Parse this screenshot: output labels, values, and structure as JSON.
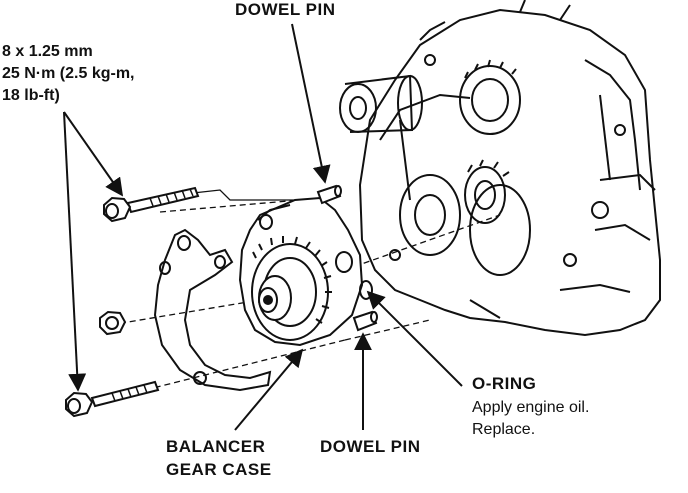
{
  "labels": {
    "dowel_pin_top": "DOWEL PIN",
    "bolt_spec": {
      "line1": "8 x 1.25 mm",
      "line2": "25 N·m (2.5 kg-m,",
      "line3": "18 lb-ft)"
    },
    "o_ring": {
      "title": "O-RING",
      "note1": "Apply engine oil.",
      "note2": "Replace."
    },
    "balancer_gear_case": {
      "line1": "BALANCER",
      "line2": "GEAR CASE"
    },
    "dowel_pin_bottom": "DOWEL PIN"
  },
  "colors": {
    "ink": "#111111",
    "paper": "#ffffff"
  }
}
